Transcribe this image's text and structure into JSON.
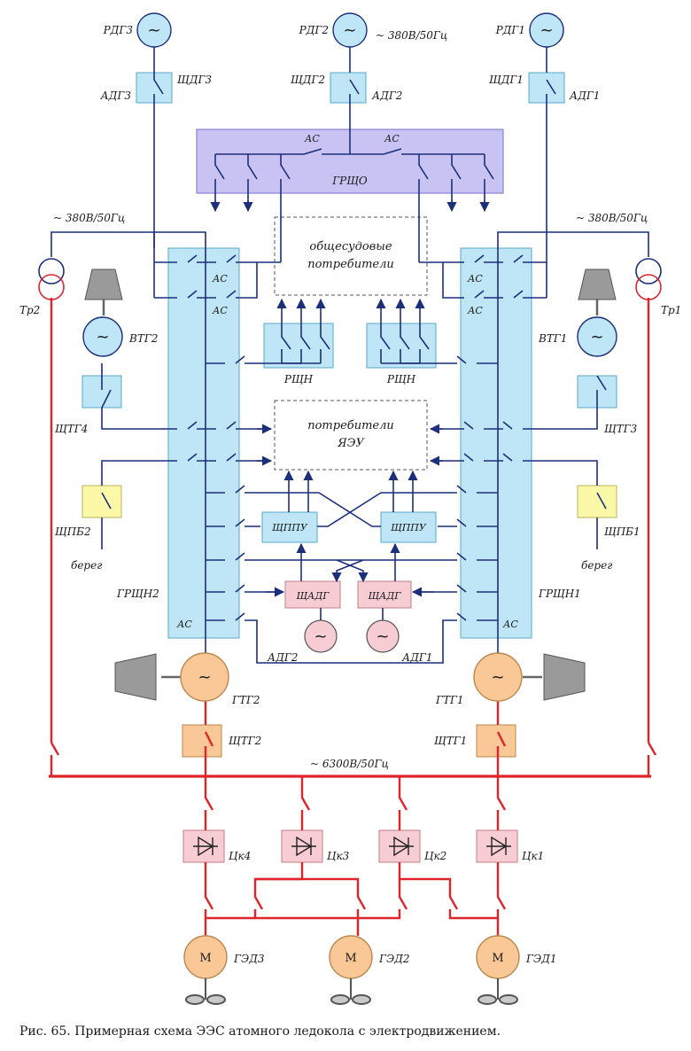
{
  "caption": "Рис. 65. Примерная схема ЭЭС атомного ледокола с электродвижением.",
  "colors": {
    "low_voltage": "#1c2f7a",
    "high_voltage": "#e0242b",
    "board_fill": "#bfe6f6",
    "grshcho_fill": "#c9c3f4",
    "pink_fill": "#f7cdd3",
    "orange_fill": "#f9c896",
    "yellow_fill": "#fbf9a8"
  },
  "voltage": {
    "low": "~ 380В/50Гц",
    "high": "~ 6300В/50Гц"
  },
  "diesel_generators": {
    "rdg3": "РДГ3",
    "shchdg3": "ЩДГ3",
    "adg3": "АДГ3",
    "rdg2": "РДГ2",
    "shchdg2": "ЩДГ2",
    "adg2": "АДГ2",
    "rdg1": "РДГ1",
    "shchdg1": "ЩДГ1",
    "adg1": "АДГ1"
  },
  "grshcho": {
    "name": "ГРЩО",
    "as_left": "АС",
    "as_right": "АС"
  },
  "consumers": {
    "ship": "общесудовые потребители",
    "nuclear_line1": "потребители",
    "nuclear_line2": "ЯЭУ"
  },
  "rshchn": {
    "left": "РЩН",
    "right": "РЩН"
  },
  "shchppu": {
    "left": "ЩППУ",
    "right": "ЩППУ"
  },
  "shchadg": {
    "left": "ЩАДГ",
    "right": "ЩАДГ",
    "adg_left": "АДГ2",
    "adg_right": "АДГ1"
  },
  "boards": {
    "left": "ГРЩН2",
    "right": "ГРЩН1",
    "as": "АС"
  },
  "left_side": {
    "tr": "Тр2",
    "vtg": "ВТГ2",
    "shchtg": "ЩТГ4",
    "shchpb": "ЩПБ2",
    "shore": "берег",
    "gtg": "ГТГ2",
    "shchtg_main": "ЩТГ2"
  },
  "right_side": {
    "tr": "Тр1",
    "vtg": "ВТГ1",
    "shchtg": "ЩТГ3",
    "shchpb": "ЩПБ1",
    "shore": "берег",
    "gtg": "ГТГ1",
    "shchtg_main": "ЩТГ1"
  },
  "converters": [
    "Цк4",
    "Цк3",
    "Цк2",
    "Цк1"
  ],
  "motors": {
    "symbol": "М",
    "ged3": "ГЭД3",
    "ged2": "ГЭД2",
    "ged1": "ГЭД1"
  }
}
